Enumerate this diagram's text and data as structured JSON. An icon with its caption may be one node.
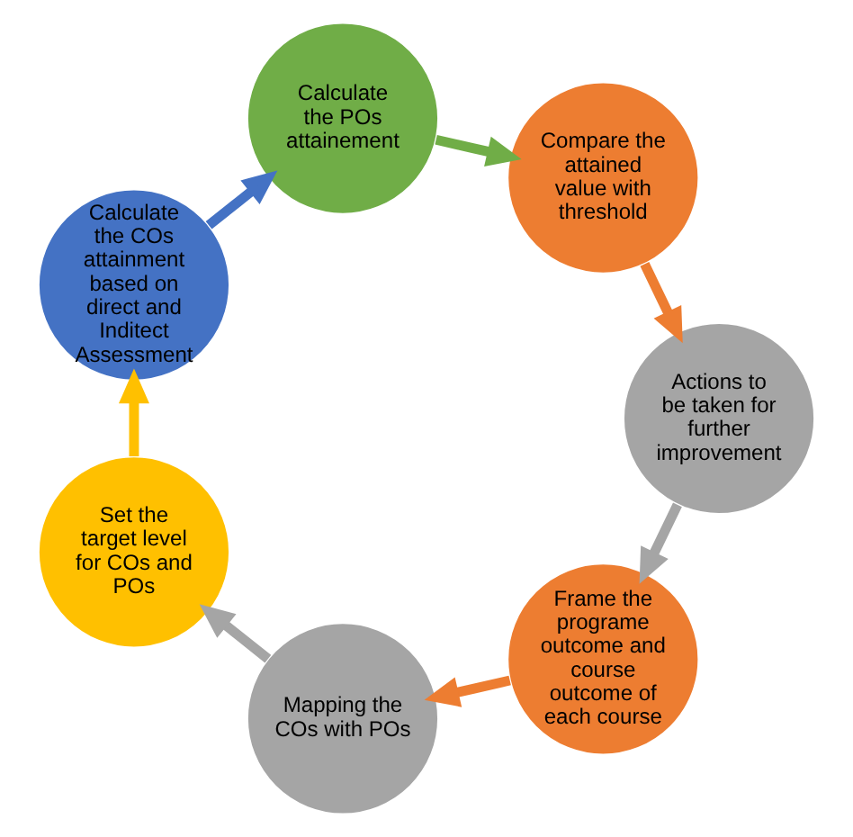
{
  "diagram": {
    "nodes": [
      {
        "text": [
          "Frame the programe outcome and course outcome of each course"
        ]
      },
      {
        "text": [
          "Mapping the COs with POs"
        ]
      },
      {
        "text": [
          "Set the target level for COs and POs"
        ]
      },
      {
        "text": [
          "Calculate the COs attainment based on direct and Inditect Assessment"
        ]
      },
      {
        "text": [
          "Calculate the POs attainement"
        ]
      },
      {
        "text": [
          "Compare the attained value with threshold"
        ]
      },
      {
        "text": [
          "Actions to be taken for further improvement"
        ]
      }
    ],
    "edges": [
      {
        "from": 0,
        "to": 1,
        "arrow": "to",
        "color": "#ed7d31"
      },
      {
        "from": 1,
        "to": 2,
        "arrow": "to",
        "color": "#a5a5a5"
      },
      {
        "from": 2,
        "to": 3,
        "arrow": "to",
        "color": "#ffc000"
      },
      {
        "from": 3,
        "to": 4,
        "arrow": "to",
        "color": "#4472c4"
      },
      {
        "from": 4,
        "to": 5,
        "arrow": "to",
        "color": "#70ad47"
      },
      {
        "from": 5,
        "to": 6,
        "arrow": "to",
        "color": "#ed7d31"
      },
      {
        "from": 6,
        "to": 0,
        "arrow": "to",
        "color": "#a5a5a5"
      }
    ]
  }
}
